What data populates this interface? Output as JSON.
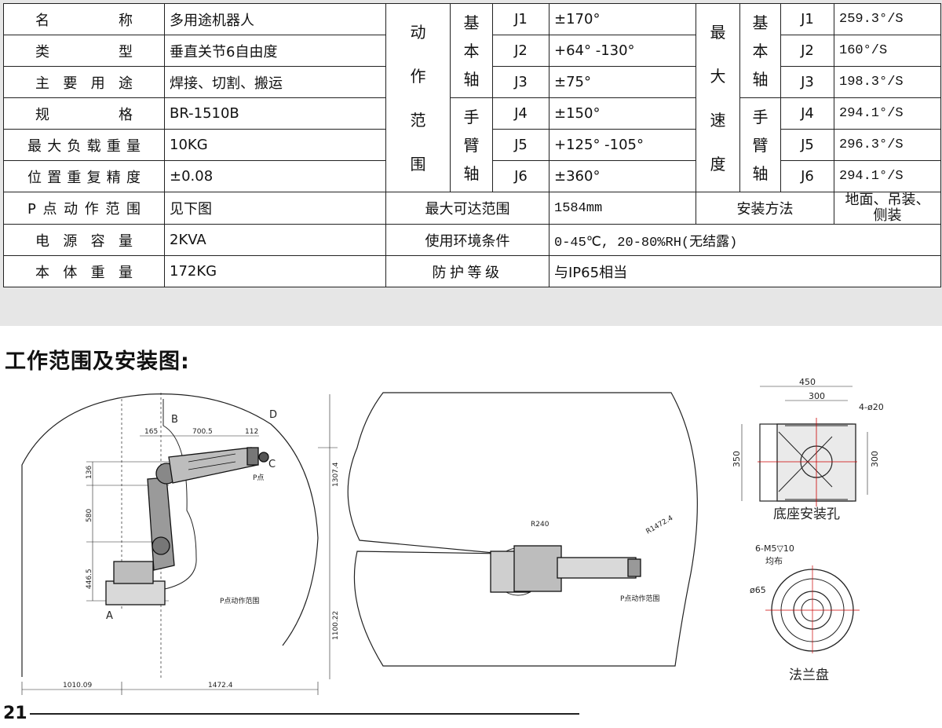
{
  "spec": {
    "rows": [
      {
        "label": "名称",
        "value": "多用途机器人"
      },
      {
        "label": "类型",
        "value": "垂直关节6自由度"
      },
      {
        "label": "主要用途",
        "value": "焊接、切割、搬运"
      },
      {
        "label": "规格",
        "value": "BR-1510B"
      },
      {
        "label": "最大负载重量",
        "value": "10KG"
      },
      {
        "label": "位置重复精度",
        "value": "±0.08"
      },
      {
        "label": "P点动作范围",
        "value": "见下图"
      },
      {
        "label": "电源容量",
        "value": "2KVA"
      },
      {
        "label": "本体重量",
        "value": "172KG"
      }
    ],
    "motion_range": {
      "label": [
        "动",
        "作",
        "范",
        "围"
      ],
      "base_axis": [
        "基",
        "本",
        "轴"
      ],
      "wrist_axis": [
        "手",
        "臂",
        "轴"
      ],
      "joints": [
        {
          "joint": "J1",
          "value": "±170°"
        },
        {
          "joint": "J2",
          "value": "+64° -130°"
        },
        {
          "joint": "J3",
          "value": "±75°"
        },
        {
          "joint": "J4",
          "value": "±150°"
        },
        {
          "joint": "J5",
          "value": "+125° -105°"
        },
        {
          "joint": "J6",
          "value": "±360°"
        }
      ]
    },
    "max_speed": {
      "label": [
        "最",
        "大",
        "速",
        "度"
      ],
      "base_axis": [
        "基",
        "本",
        "轴"
      ],
      "wrist_axis": [
        "手",
        "臂",
        "轴"
      ],
      "joints": [
        {
          "joint": "J1",
          "value": "259.3°/S"
        },
        {
          "joint": "J2",
          "value": "160°/S"
        },
        {
          "joint": "J3",
          "value": "198.3°/S"
        },
        {
          "joint": "J4",
          "value": "294.1°/S"
        },
        {
          "joint": "J5",
          "value": "296.3°/S"
        },
        {
          "joint": "J6",
          "value": "294.1°/S"
        }
      ]
    },
    "reach": {
      "label": "最大可达范围",
      "value": "1584mm"
    },
    "mounting": {
      "label": "安装方法",
      "value": "地面、吊装、侧装"
    },
    "environment": {
      "label": "使用环境条件",
      "value": "0-45℃, 20-80%RH(无结露)"
    },
    "protection": {
      "label": "防护等级",
      "value": "与IP65相当"
    }
  },
  "section_title": "工作范围及安装图:",
  "drawing": {
    "side": {
      "labels": {
        "b": "B",
        "a": "A",
        "c": "C",
        "d": "D",
        "p": "P点",
        "p_range": "P点动作范围"
      },
      "dims": {
        "top_offset": "165",
        "arm_length": "700.5",
        "tool": "112",
        "h1": "136",
        "h2": "580",
        "h3": "446.5",
        "height_total": "1307.4",
        "height_lower": "1100.22",
        "left_reach": "1010.09",
        "right_reach": "1472.4"
      }
    },
    "top": {
      "r_inner": "R240",
      "r_outer": "R1472.4",
      "p_range": "P点动作范围"
    },
    "base": {
      "outer_w": "450",
      "inner_w": "300",
      "outer_h": "350",
      "inner_h": "300",
      "holes": "4-ø20",
      "caption": "底座安装孔"
    },
    "flange": {
      "holes": "6-M5▽10",
      "holes_note": "均布",
      "diameter": "ø65",
      "caption": "法兰盘"
    }
  },
  "footer": {
    "page": "21"
  }
}
